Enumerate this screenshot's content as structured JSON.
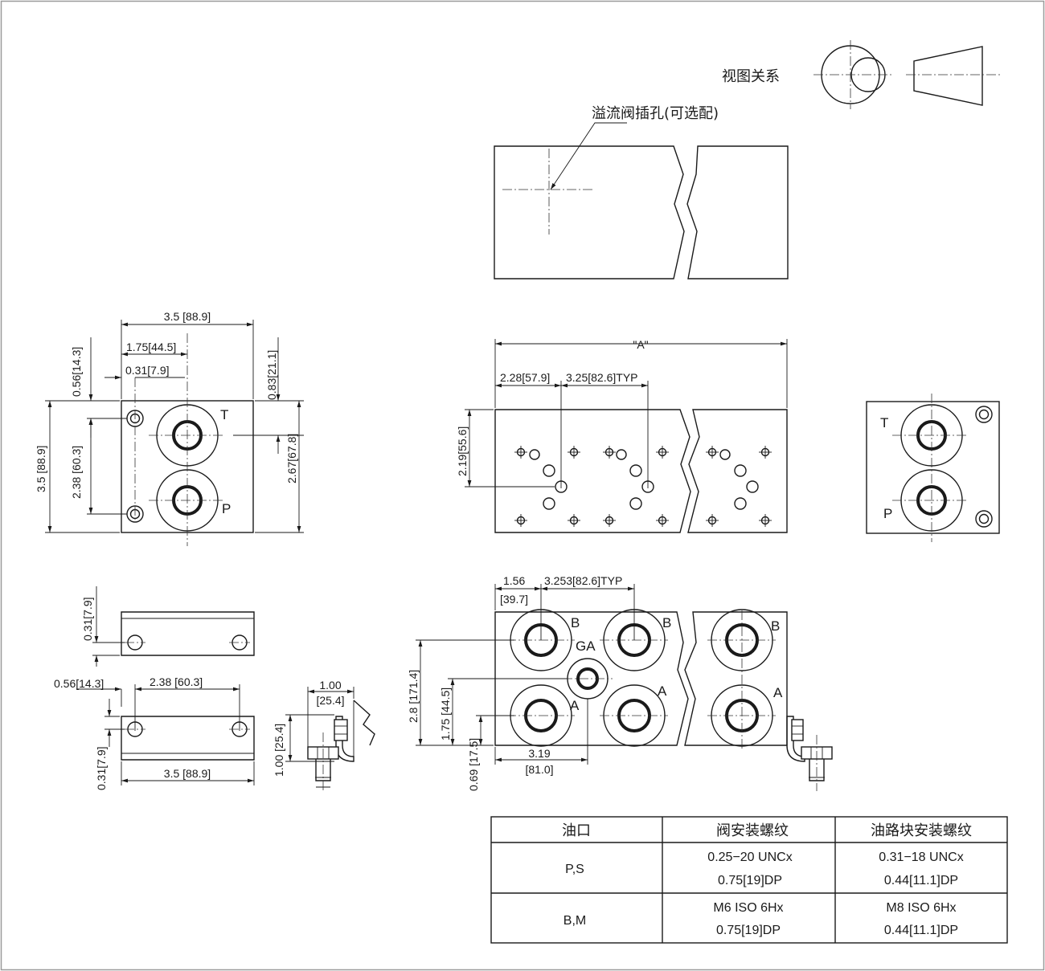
{
  "view_relation_label": "视图关系",
  "relief_valve_label": "溢流阀插孔(可选配)",
  "left_block": {
    "width": "3.5 [88.9]",
    "port_offset": "1.75[44.5]",
    "hole_offset": "0.31[7.9]",
    "top_hole_y": "0.56[14.3]",
    "right_top": "0.83[21.1]",
    "height": "3.5 [88.9]",
    "hole_spacing": "2.38 [60.3]",
    "right_height": "2.67[67.8]",
    "port_t": "T",
    "port_p": "P"
  },
  "front_view": {
    "length": "\"A\"",
    "first": "2.28[57.9]",
    "pitch": "3.25[82.6]TYP",
    "height": "2.19[55.6]"
  },
  "right_view": {
    "port_t": "T",
    "port_p": "P"
  },
  "bottom_view": {
    "first": "1.56",
    "first_mm": "[39.7]",
    "pitch": "3.253[82.6]TYP",
    "port_b": "B",
    "port_a": "A",
    "port_ga": "GA",
    "h1": "2.8 [171.4]",
    "h2": "1.75 [44.5]",
    "h3": "0.69 [17.5]",
    "x1": "3.19",
    "x1_mm": "[81.0]"
  },
  "bracket": {
    "top_h": "0.31[7.9]",
    "left_x": "0.56[14.3]",
    "spacing": "2.38 [60.3]",
    "bot_h": "0.31[7.9]",
    "width": "3.5 [88.9]",
    "side_w": "1.00",
    "side_w_mm": "[25.4]",
    "side_h": "1.00 [25.4]"
  },
  "table": {
    "headers": [
      "油口",
      "阀安装螺纹",
      "油路块安装螺纹"
    ],
    "rows": [
      {
        "port": "P,S",
        "valve": [
          "0.25−20 UNCx",
          "0.75[19]DP"
        ],
        "block": [
          "0.31−18 UNCx",
          "0.44[11.1]DP"
        ]
      },
      {
        "port": "B,M",
        "valve": [
          "M6 ISO 6Hx",
          "0.75[19]DP"
        ],
        "block": [
          "M8 ISO 6Hx",
          "0.44[11.1]DP"
        ]
      }
    ]
  }
}
